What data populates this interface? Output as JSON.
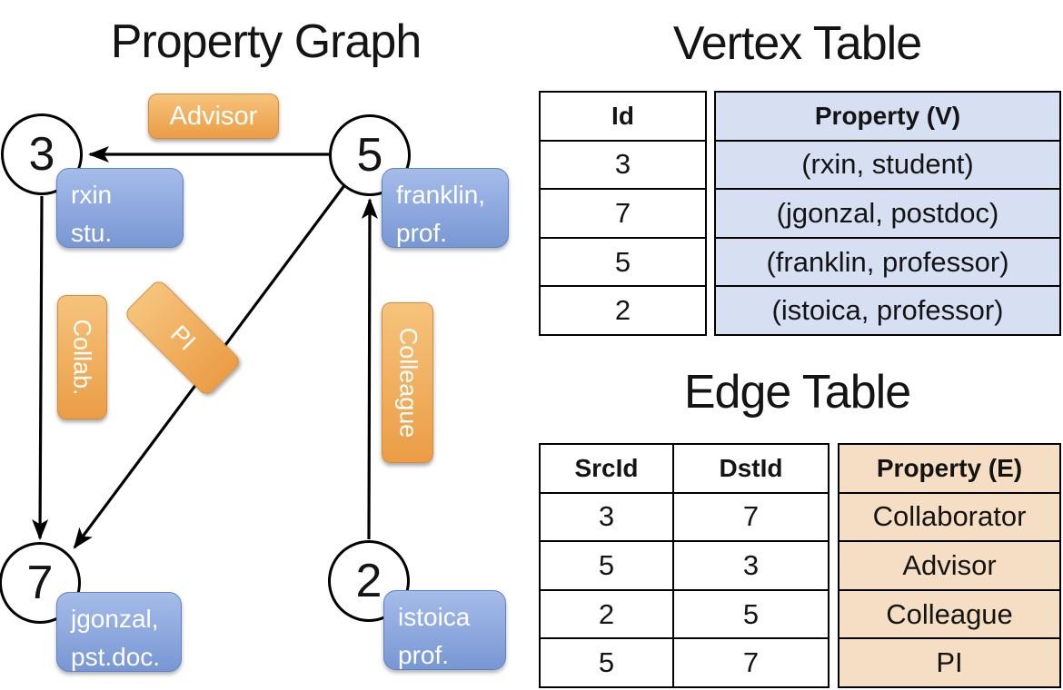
{
  "graph": {
    "title": "Property Graph",
    "vertices": [
      {
        "id": "3",
        "label": [
          "rxin",
          "stu."
        ]
      },
      {
        "id": "5",
        "label": [
          "franklin,",
          "prof."
        ]
      },
      {
        "id": "7",
        "label": [
          "jgonzal,",
          "pst.doc."
        ]
      },
      {
        "id": "2",
        "label": [
          "istoica",
          "prof."
        ]
      }
    ],
    "edges": [
      {
        "src": "5",
        "dst": "3",
        "label": "Advisor"
      },
      {
        "src": "3",
        "dst": "7",
        "label": "Collab."
      },
      {
        "src": "5",
        "dst": "7",
        "label": "PI"
      },
      {
        "src": "2",
        "dst": "5",
        "label": "Colleague"
      }
    ]
  },
  "vertex_table": {
    "title": "Vertex Table",
    "columns": [
      "Id",
      "Property (V)"
    ],
    "rows": [
      [
        "3",
        "(rxin, student)"
      ],
      [
        "7",
        "(jgonzal, postdoc)"
      ],
      [
        "5",
        "(franklin, professor)"
      ],
      [
        "2",
        "(istoica, professor)"
      ]
    ]
  },
  "edge_table": {
    "title": "Edge Table",
    "columns": [
      "SrcId",
      "DstId",
      "Property (E)"
    ],
    "rows": [
      [
        "3",
        "7",
        "Collaborator"
      ],
      [
        "5",
        "3",
        "Advisor"
      ],
      [
        "2",
        "5",
        "Colleague"
      ],
      [
        "5",
        "7",
        "PI"
      ]
    ]
  },
  "colors": {
    "edge_label_orange": "#eb9d45",
    "vertex_prop_blue": "#7897d4",
    "vertex_table_fill": "#d6e0f2",
    "edge_table_fill": "#f5dec3",
    "line_black": "#000000"
  }
}
